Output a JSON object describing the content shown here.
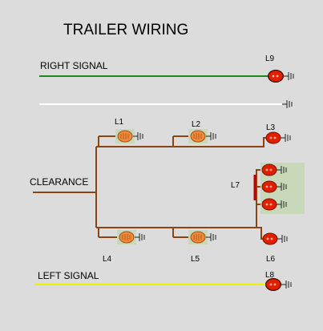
{
  "diagram": {
    "title": "TRAILER WIRING",
    "colors": {
      "background": "#dcdcdc",
      "right_signal_wire": "#1a8a1a",
      "white_wire": "#ffffff",
      "clearance_wire": "#8b4513",
      "left_signal_wire": "#f0f000",
      "amber_lamp": "#f08a3a",
      "red_lamp": "#e02000"
    },
    "wires": {
      "right_signal": "RIGHT SIGNAL",
      "clearance": "CLEARANCE",
      "left_signal": "LEFT SIGNAL"
    },
    "lamps": {
      "L1": "L1",
      "L2": "L2",
      "L3": "L3",
      "L4": "L4",
      "L5": "L5",
      "L6": "L6",
      "L7": "L7",
      "L8": "L8",
      "L9": "L9"
    }
  }
}
